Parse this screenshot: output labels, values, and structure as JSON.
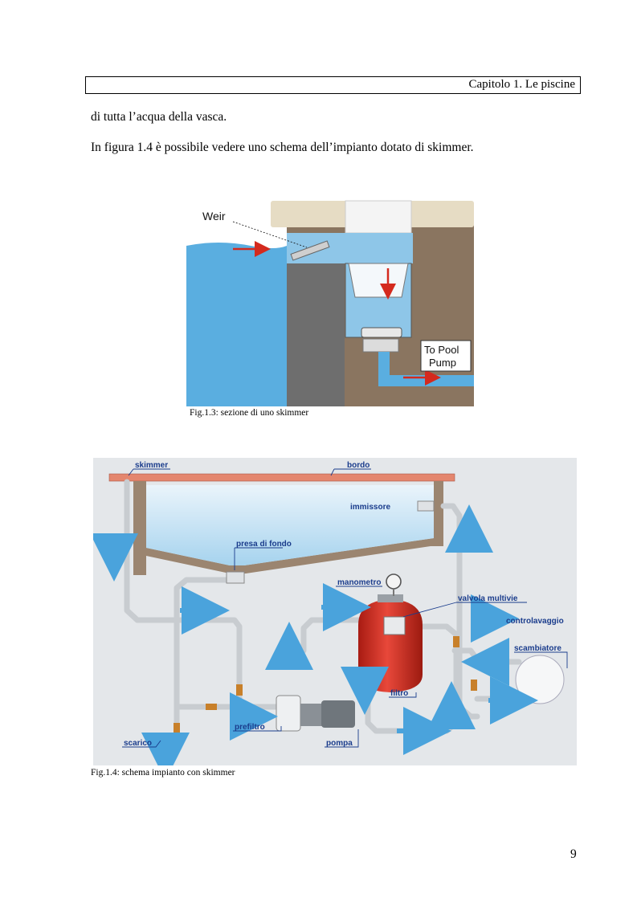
{
  "header": {
    "chapter": "Capitolo 1. Le piscine"
  },
  "body": {
    "para1": "di tutta l’acqua della vasca.",
    "para2": "In figura 1.4 è possibile vedere uno schema dell’impianto dotato di skimmer."
  },
  "figure3": {
    "caption": "Fig.1.3: sezione di uno skimmer",
    "labels": {
      "weir": "Weir",
      "pump_line1": "To Pool",
      "pump_line2": "Pump"
    }
  },
  "figure4": {
    "caption": "Fig.1.4: schema impianto con skimmer",
    "labels": {
      "skimmer": "skimmer",
      "bordo": "bordo",
      "immissore": "immissore",
      "presa_di_fondo": "presa di fondo",
      "manometro": "manometro",
      "valvola_multivie": "valvola multivie",
      "controlavaggio": "controlavaggio",
      "scambiatore": "scambiatore",
      "filtro": "filtro",
      "scarico": "scarico",
      "prefiltro": "prefiltro",
      "pompa": "pompa"
    }
  },
  "page_number": "9",
  "colors": {
    "water": "#5aaee0",
    "wall": "#8a7560",
    "filter": "#d42a1e",
    "pipe": "#c8ccd0",
    "arrow": "#4aa3dc",
    "label_line": "#1a3c8c"
  }
}
